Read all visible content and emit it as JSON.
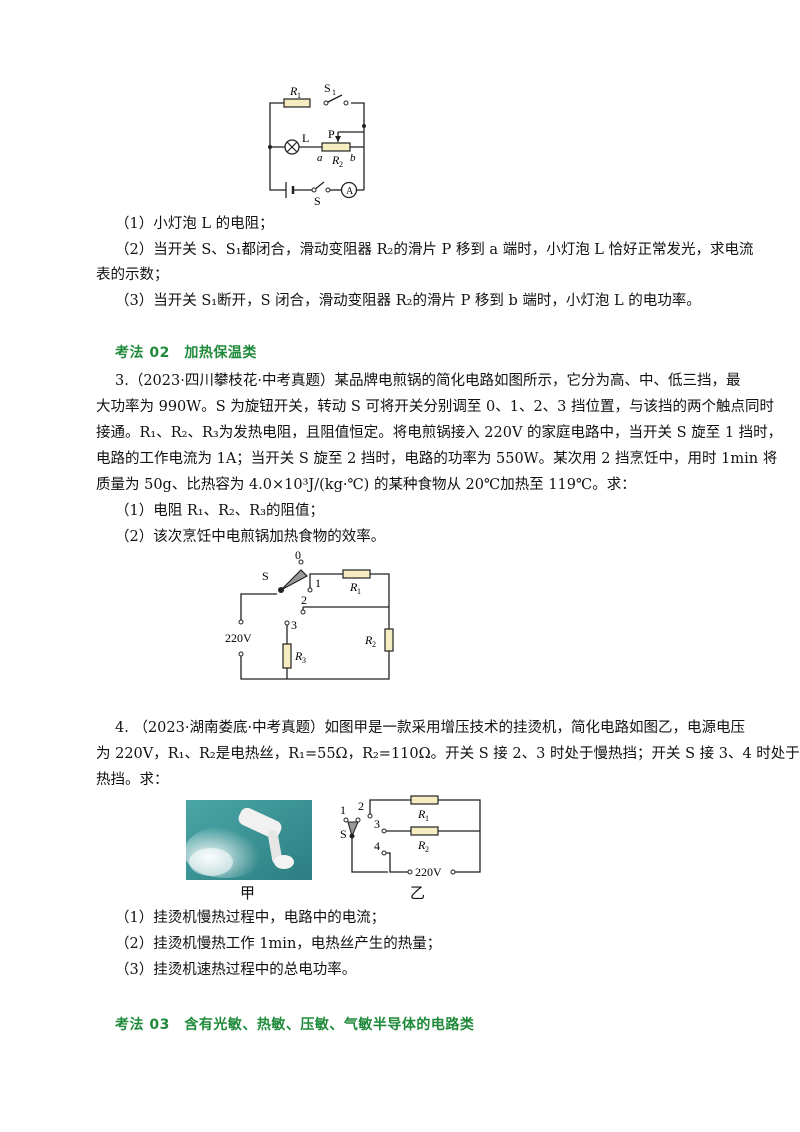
{
  "circuit1": {
    "R1": "R",
    "R1_sub": "1",
    "S1": "S",
    "S1_sub": "1",
    "L": "L",
    "P": "P",
    "a": "a",
    "b": "b",
    "R2": "R",
    "R2_sub": "2",
    "S": "S",
    "A": "A"
  },
  "problem2": {
    "q1": "（1）小灯泡 L 的电阻；",
    "q2a": "（2）当开关 S、S₁都闭合，滑动变阻器 R₂的滑片 P 移到 a 端时，小灯泡 L 恰好正常发光，求电流",
    "q2b": "表的示数；",
    "q3": "（3）当开关 S₁断开，S 闭合，滑动变阻器 R₂的滑片 P 移到 b 端时，小灯泡 L 的电功率。"
  },
  "section02": "考法 02　加热保温类",
  "problem3": {
    "line1": "3.（2023·四川攀枝花·中考真题）某品牌电煎锅的简化电路如图所示，它分为高、中、低三挡，最",
    "line2": "大功率为 990W。S 为旋钮开关，转动 S 可将开关分别调至 0、1、2、3 挡位置，与该挡的两个触点同时",
    "line3": "接通。R₁、R₂、R₃为发热电阻，且阻值恒定。将电煎锅接入 220V 的家庭电路中，当开关 S 旋至 1 挡时，",
    "line4": "电路的工作电流为 1A；当开关 S 旋至 2 挡时，电路的功率为 550W。某次用 2 挡烹饪中，用时 1min 将",
    "line5": "质量为 50g、比热容为 4.0×10³J/(kg·℃) 的某种食物从 20℃加热至 119℃。求：",
    "q1": "（1）电阻 R₁、R₂、R₃的阻值；",
    "q2": "（2）该次烹饪中电煎锅加热食物的效率。"
  },
  "circuit3": {
    "n0": "0",
    "n1": "1",
    "n2": "2",
    "n3": "3",
    "S": "S",
    "V": "220V",
    "R1": "R",
    "R1_sub": "1",
    "R2": "R",
    "R2_sub": "2",
    "R3": "R",
    "R3_sub": "3"
  },
  "problem4": {
    "line1": "4. （2023·湖南娄底·中考真题）如图甲是一款采用增压技术的挂烫机，简化电路如图乙，电源电压",
    "line2": "为 220V，R₁、R₂是电热丝，R₁=55Ω，R₂=110Ω。开关 S 接 2、3 时处于慢热挡；开关 S 接 3、4 时处于速",
    "line3": "热挡。求：",
    "cap_a": "甲",
    "cap_b": "乙",
    "q1": "（1）挂烫机慢热过程中，电路中的电流；",
    "q2": "（2）挂烫机慢热工作 1min，电热丝产生的热量；",
    "q3": "（3）挂烫机速热过程中的总电功率。"
  },
  "circuit4": {
    "n1": "1",
    "n2": "2",
    "n3": "3",
    "n4": "4",
    "S": "S",
    "V": "220V",
    "R1": "R",
    "R1_sub": "1",
    "R2": "R",
    "R2_sub": "2"
  },
  "section03": "考法 03　含有光敏、热敏、压敏、气敏半导体的电路类",
  "colors": {
    "heading": "#1f8a3a",
    "resistor_fill": "#f6ecc2"
  }
}
